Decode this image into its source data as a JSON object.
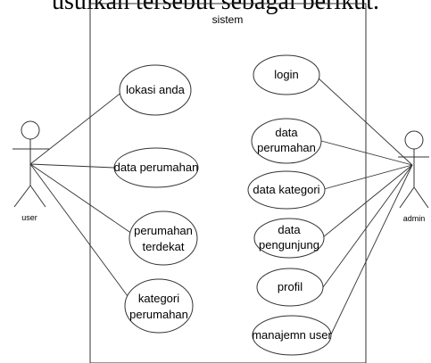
{
  "top_text": "usulkan tersebut sebagai berikut.",
  "system": {
    "title": "sistem"
  },
  "actors": {
    "user": {
      "label": "user"
    },
    "admin": {
      "label": "admin"
    }
  },
  "use_cases": {
    "lokasi_anda": "lokasi anda",
    "data_perumahan_user": "data perumahan",
    "perumahan_terdekat": [
      "perumahan",
      "terdekat"
    ],
    "kategori_perumahan": [
      "kategori",
      "perumahan"
    ],
    "login": "login",
    "data_perumahan_admin": [
      "data",
      "perumahan"
    ],
    "data_kategori": "data kategori",
    "data_pengunjung": [
      "data",
      "pengunjung"
    ],
    "profil": "profil",
    "manajemn_user": "manajemn user"
  }
}
